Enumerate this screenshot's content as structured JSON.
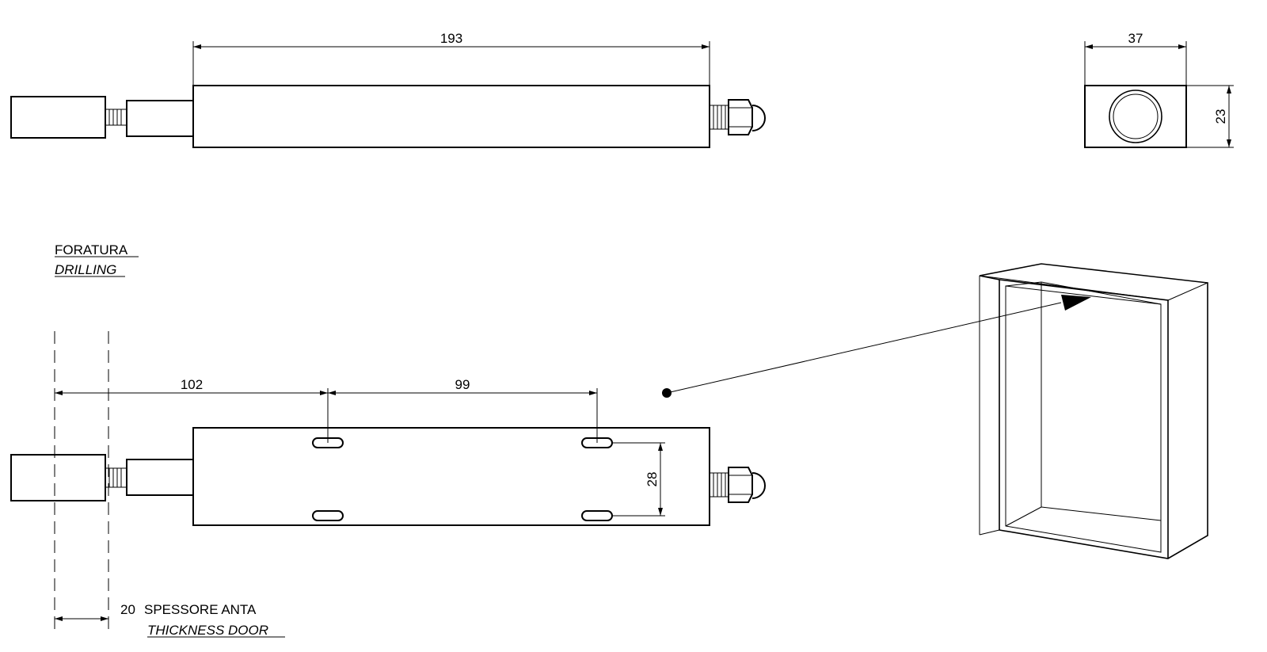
{
  "dimensions": {
    "length_top": "193",
    "width_end": "37",
    "height_end": "23",
    "dist_first_hole": "102",
    "dist_between_holes": "99",
    "hole_spacing": "28",
    "door_thickness": "20"
  },
  "labels": {
    "drilling_it": "FORATURA",
    "drilling_en": "DRILLING",
    "thickness_it": "SPESSORE ANTA",
    "thickness_en": "THICKNESS DOOR"
  }
}
